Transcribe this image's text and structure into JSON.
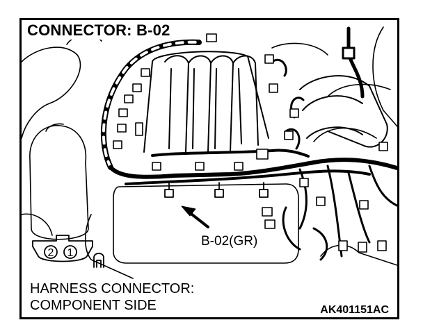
{
  "diagram": {
    "title": "CONNECTOR: B-02",
    "callout_label": "B-02(GR)",
    "caption_line1": "HARNESS CONNECTOR:",
    "caption_line2": "COMPONENT SIDE",
    "figure_code": "AK401151AC",
    "connector_pins": [
      "2",
      "1"
    ]
  }
}
